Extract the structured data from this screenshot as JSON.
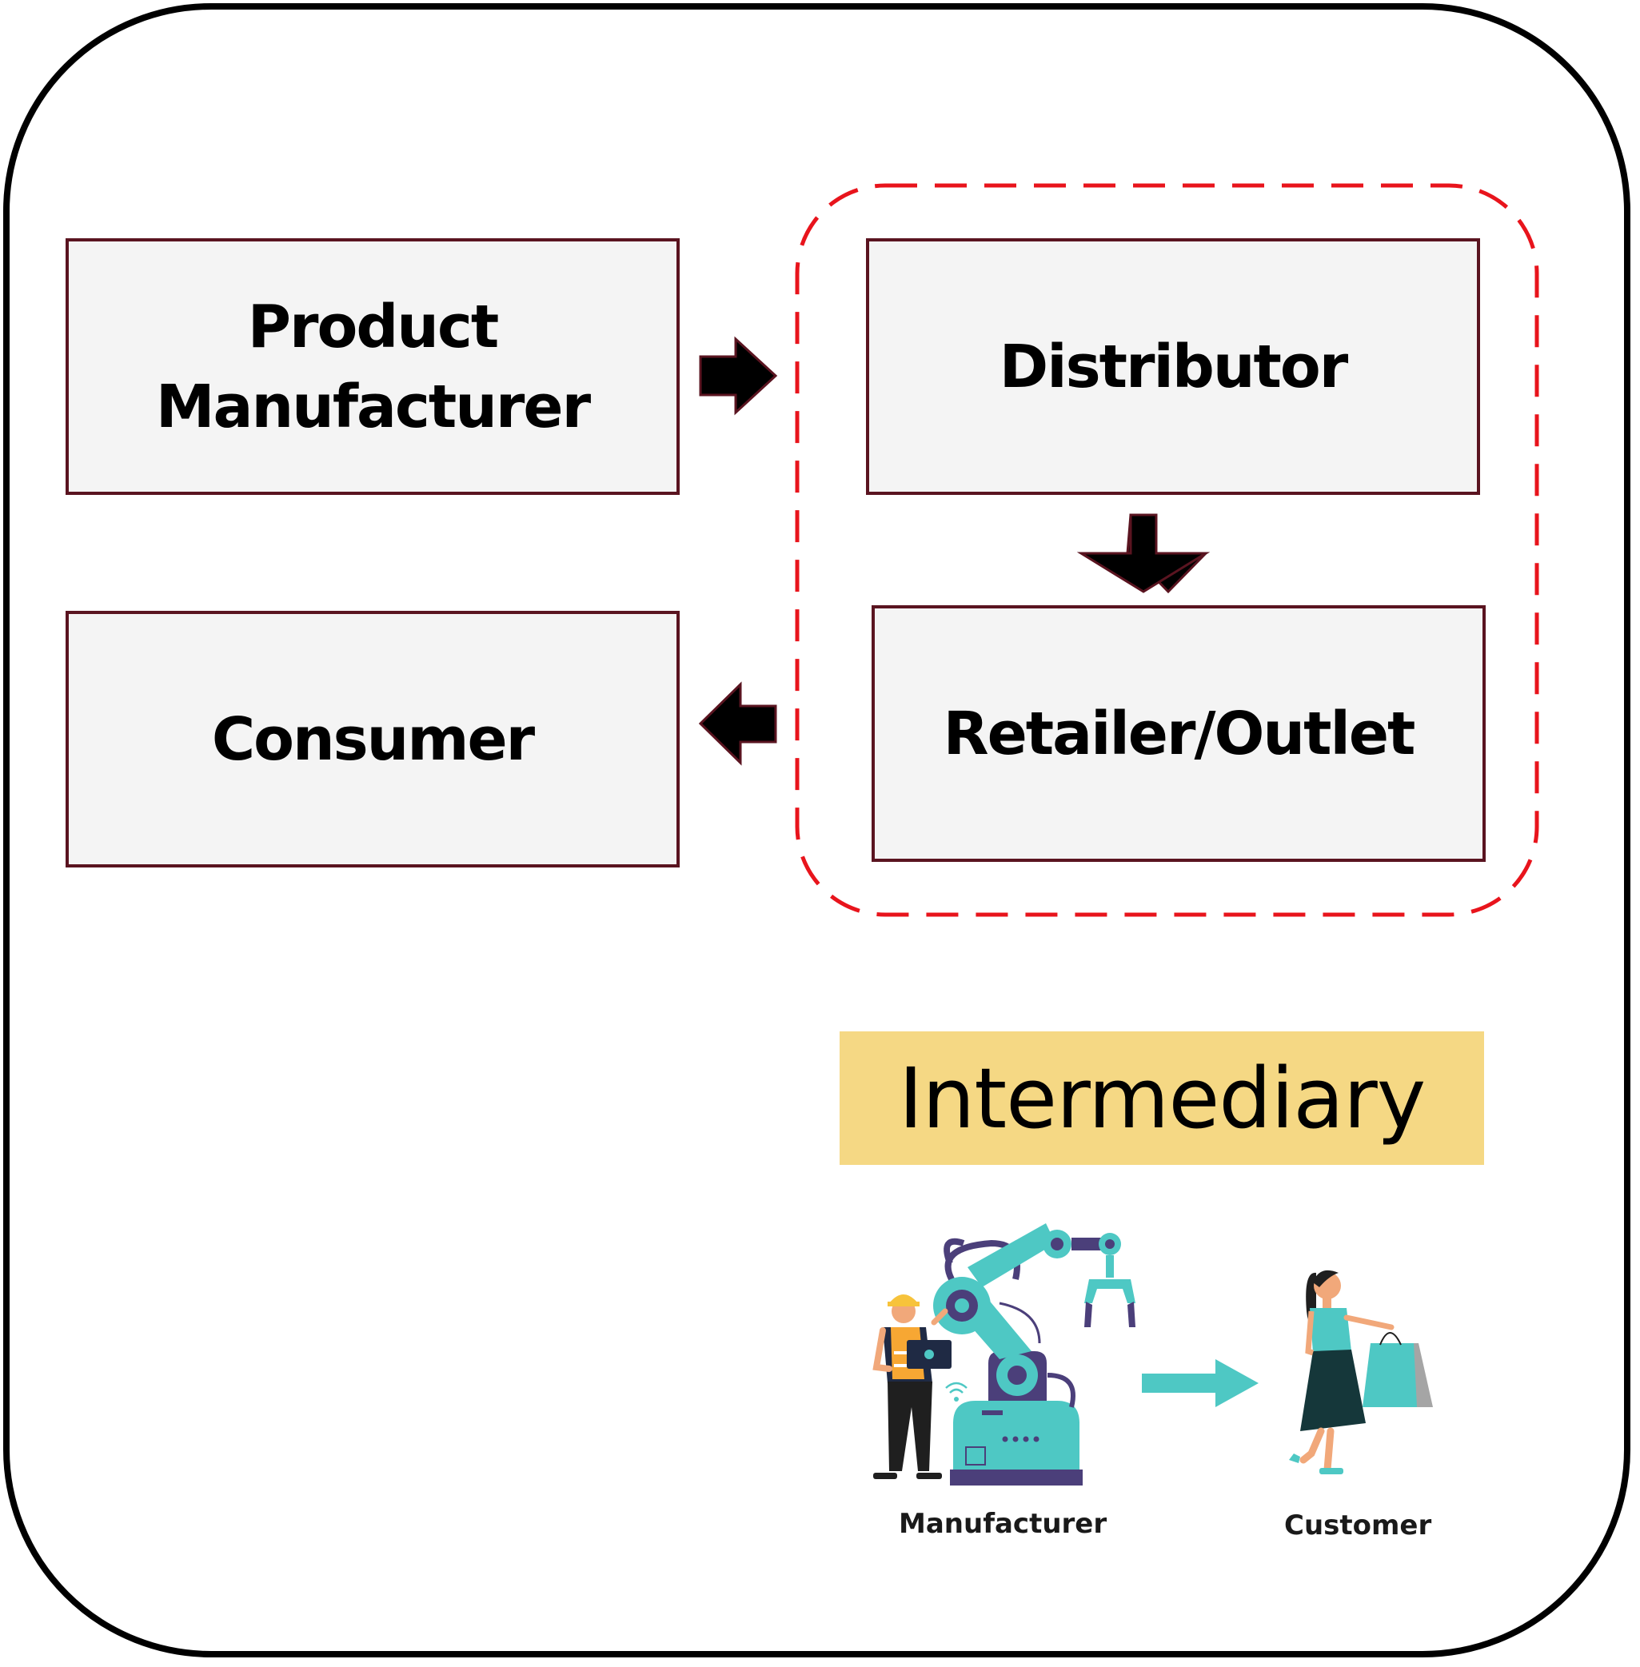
{
  "boxes": {
    "product_manufacturer": [
      "Product",
      "Manufacturer"
    ],
    "distributor": "Distributor",
    "retailer": "Retailer/Outlet",
    "consumer": "Consumer"
  },
  "intermediary_label": "Intermediary",
  "illustration": {
    "left_caption": "Manufacturer",
    "right_caption": "Customer"
  },
  "colors": {
    "box_fill": "#f4f4f4",
    "box_border": "#5a1420",
    "dashed_group": "#e8141c",
    "intermediary_fill": "#f5d884",
    "teal": "#4ec8c4",
    "purple": "#4b3f7a"
  }
}
